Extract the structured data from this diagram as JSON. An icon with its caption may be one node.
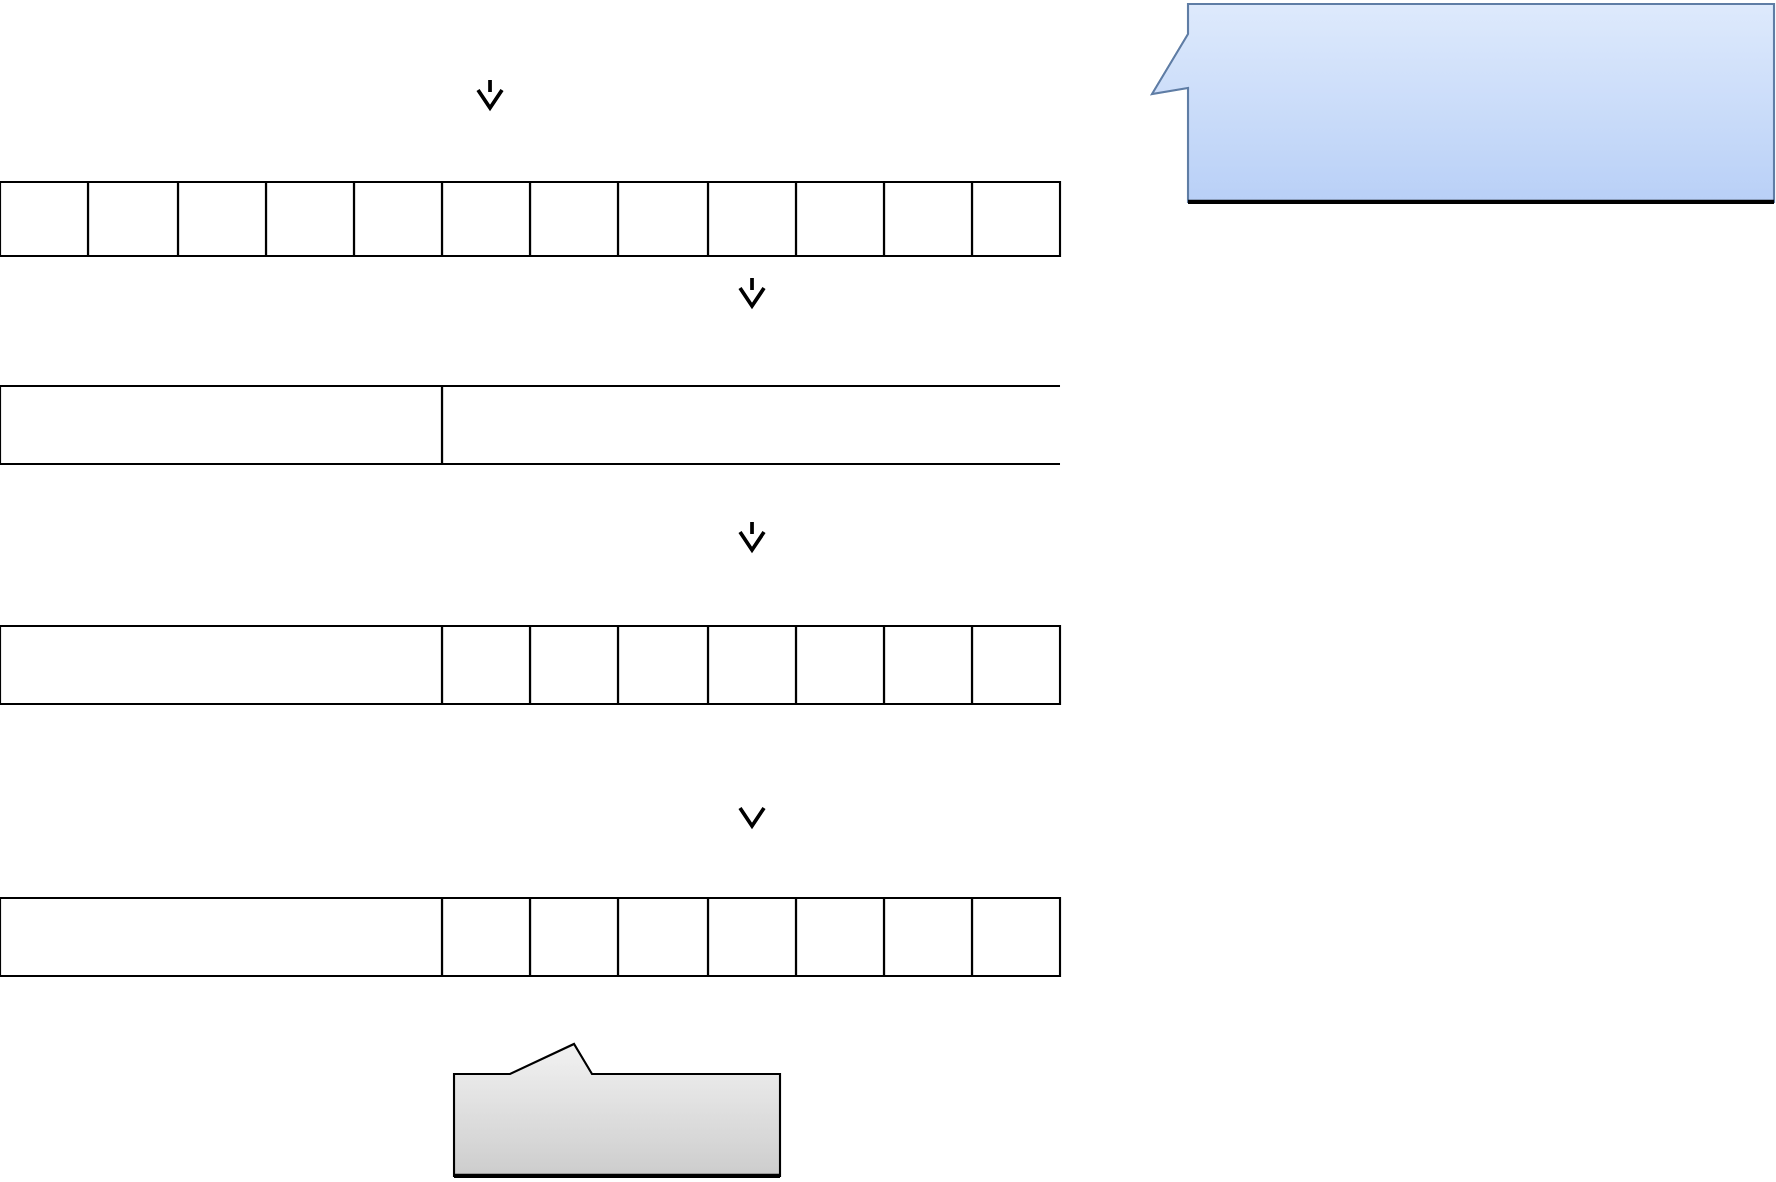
{
  "diagram": {
    "nodes": [
      {
        "text": [],
        "shape": "box"
      },
      {
        "text": [],
        "shape": "box"
      },
      {
        "text": [],
        "shape": "box"
      },
      {
        "text": [],
        "shape": "box"
      },
      {
        "text": [],
        "shape": "box"
      },
      {
        "text": [],
        "shape": "box"
      },
      {
        "text": [],
        "shape": "box"
      },
      {
        "text": [],
        "shape": "box"
      },
      {
        "text": [],
        "shape": "box"
      },
      {
        "text": [],
        "shape": "box"
      },
      {
        "text": [],
        "shape": "box"
      },
      {
        "text": [],
        "shape": "box"
      },
      {
        "text": [],
        "shape": "box"
      },
      {
        "text": [],
        "shape": "box"
      },
      {
        "text": [],
        "shape": "box"
      },
      {
        "text": [],
        "shape": "box"
      },
      {
        "text": [],
        "shape": "box"
      },
      {
        "text": [],
        "shape": "box"
      },
      {
        "text": [],
        "shape": "box"
      },
      {
        "text": [],
        "shape": "box"
      },
      {
        "text": [],
        "shape": "box"
      },
      {
        "text": [],
        "shape": "box"
      },
      {
        "text": [],
        "shape": "box"
      },
      {
        "text": [],
        "shape": "box"
      },
      {
        "text": [],
        "shape": "box"
      },
      {
        "text": [],
        "shape": "box"
      },
      {
        "text": [],
        "shape": "box"
      },
      {
        "text": [],
        "shape": "box"
      },
      {
        "text": [],
        "shape": "box"
      },
      {
        "text": [],
        "shape": "box"
      },
      {
        "text": [],
        "shape": "callout"
      },
      {
        "text": [],
        "shape": "callout"
      }
    ]
  }
}
